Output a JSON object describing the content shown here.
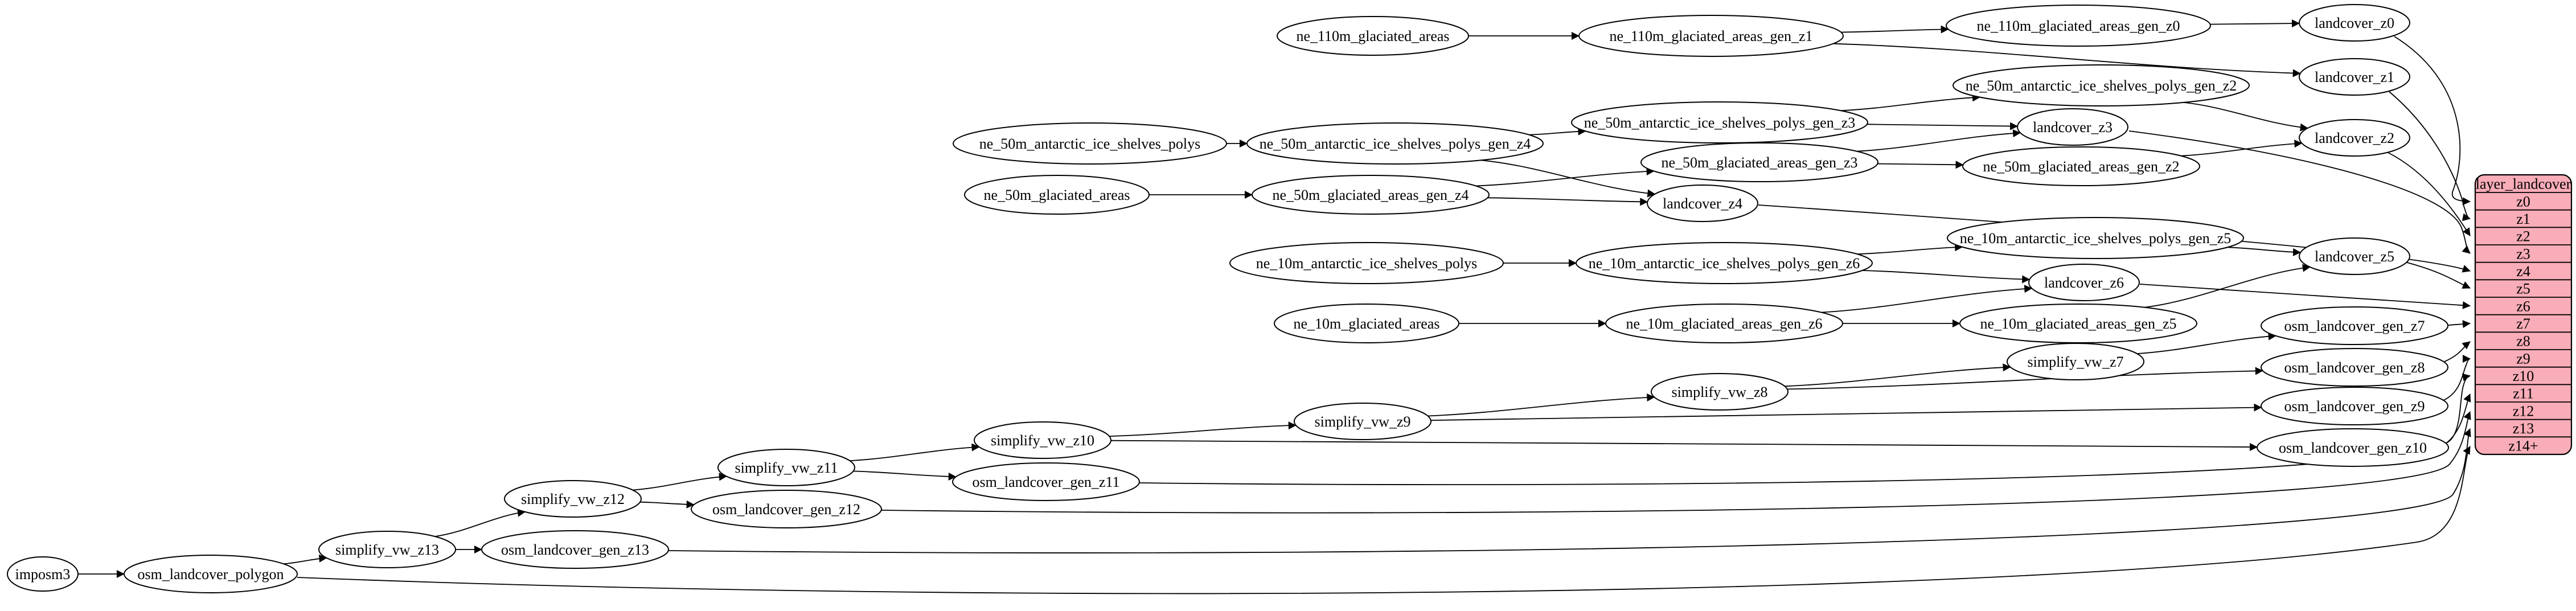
{
  "diagram": {
    "background": "#ffffff",
    "node_fill": "#ffffff",
    "stroke_color": "#000000",
    "nodes": [
      {
        "id": "ne_110m_glaciated_areas",
        "label": "ne_110m_glaciated_areas"
      },
      {
        "id": "ne_110m_glaciated_areas_gen_z1",
        "label": "ne_110m_glaciated_areas_gen_z1"
      },
      {
        "id": "ne_110m_glaciated_areas_gen_z0",
        "label": "ne_110m_glaciated_areas_gen_z0"
      },
      {
        "id": "landcover_z0",
        "label": "landcover_z0"
      },
      {
        "id": "landcover_z1",
        "label": "landcover_z1"
      },
      {
        "id": "ne_50m_antarctic_ice_shelves_polys",
        "label": "ne_50m_antarctic_ice_shelves_polys"
      },
      {
        "id": "ne_50m_antarctic_ice_shelves_polys_gen_z4",
        "label": "ne_50m_antarctic_ice_shelves_polys_gen_z4"
      },
      {
        "id": "ne_50m_antarctic_ice_shelves_polys_gen_z3",
        "label": "ne_50m_antarctic_ice_shelves_polys_gen_z3"
      },
      {
        "id": "ne_50m_antarctic_ice_shelves_polys_gen_z2",
        "label": "ne_50m_antarctic_ice_shelves_polys_gen_z2"
      },
      {
        "id": "ne_50m_glaciated_areas",
        "label": "ne_50m_glaciated_areas"
      },
      {
        "id": "ne_50m_glaciated_areas_gen_z4",
        "label": "ne_50m_glaciated_areas_gen_z4"
      },
      {
        "id": "ne_50m_glaciated_areas_gen_z3",
        "label": "ne_50m_glaciated_areas_gen_z3"
      },
      {
        "id": "ne_50m_glaciated_areas_gen_z2",
        "label": "ne_50m_glaciated_areas_gen_z2"
      },
      {
        "id": "landcover_z2",
        "label": "landcover_z2"
      },
      {
        "id": "landcover_z3",
        "label": "landcover_z3"
      },
      {
        "id": "landcover_z4",
        "label": "landcover_z4"
      },
      {
        "id": "ne_10m_antarctic_ice_shelves_polys",
        "label": "ne_10m_antarctic_ice_shelves_polys"
      },
      {
        "id": "ne_10m_antarctic_ice_shelves_polys_gen_z6",
        "label": "ne_10m_antarctic_ice_shelves_polys_gen_z6"
      },
      {
        "id": "ne_10m_antarctic_ice_shelves_polys_gen_z5",
        "label": "ne_10m_antarctic_ice_shelves_polys_gen_z5"
      },
      {
        "id": "landcover_z5",
        "label": "landcover_z5"
      },
      {
        "id": "landcover_z6",
        "label": "landcover_z6"
      },
      {
        "id": "ne_10m_glaciated_areas",
        "label": "ne_10m_glaciated_areas"
      },
      {
        "id": "ne_10m_glaciated_areas_gen_z6",
        "label": "ne_10m_glaciated_areas_gen_z6"
      },
      {
        "id": "ne_10m_glaciated_areas_gen_z5",
        "label": "ne_10m_glaciated_areas_gen_z5"
      },
      {
        "id": "simplify_vw_z7",
        "label": "simplify_vw_z7"
      },
      {
        "id": "simplify_vw_z8",
        "label": "simplify_vw_z8"
      },
      {
        "id": "simplify_vw_z9",
        "label": "simplify_vw_z9"
      },
      {
        "id": "simplify_vw_z10",
        "label": "simplify_vw_z10"
      },
      {
        "id": "simplify_vw_z11",
        "label": "simplify_vw_z11"
      },
      {
        "id": "simplify_vw_z12",
        "label": "simplify_vw_z12"
      },
      {
        "id": "simplify_vw_z13",
        "label": "simplify_vw_z13"
      },
      {
        "id": "osm_landcover_gen_z7",
        "label": "osm_landcover_gen_z7"
      },
      {
        "id": "osm_landcover_gen_z8",
        "label": "osm_landcover_gen_z8"
      },
      {
        "id": "osm_landcover_gen_z9",
        "label": "osm_landcover_gen_z9"
      },
      {
        "id": "osm_landcover_gen_z10",
        "label": "osm_landcover_gen_z10"
      },
      {
        "id": "osm_landcover_gen_z11",
        "label": "osm_landcover_gen_z11"
      },
      {
        "id": "osm_landcover_gen_z12",
        "label": "osm_landcover_gen_z12"
      },
      {
        "id": "osm_landcover_gen_z13",
        "label": "osm_landcover_gen_z13"
      },
      {
        "id": "osm_landcover_polygon",
        "label": "osm_landcover_polygon"
      },
      {
        "id": "imposm3",
        "label": "imposm3"
      }
    ],
    "edges": [
      {
        "from": "ne_110m_glaciated_areas",
        "to": "ne_110m_glaciated_areas_gen_z1"
      },
      {
        "from": "ne_110m_glaciated_areas_gen_z1",
        "to": "ne_110m_glaciated_areas_gen_z0"
      },
      {
        "from": "ne_110m_glaciated_areas_gen_z1",
        "to": "landcover_z1"
      },
      {
        "from": "ne_110m_glaciated_areas_gen_z0",
        "to": "landcover_z0"
      },
      {
        "from": "ne_50m_antarctic_ice_shelves_polys",
        "to": "ne_50m_antarctic_ice_shelves_polys_gen_z4"
      },
      {
        "from": "ne_50m_antarctic_ice_shelves_polys_gen_z4",
        "to": "ne_50m_antarctic_ice_shelves_polys_gen_z3"
      },
      {
        "from": "ne_50m_antarctic_ice_shelves_polys_gen_z4",
        "to": "landcover_z4"
      },
      {
        "from": "ne_50m_antarctic_ice_shelves_polys_gen_z3",
        "to": "ne_50m_antarctic_ice_shelves_polys_gen_z2"
      },
      {
        "from": "ne_50m_antarctic_ice_shelves_polys_gen_z3",
        "to": "landcover_z3"
      },
      {
        "from": "ne_50m_antarctic_ice_shelves_polys_gen_z2",
        "to": "landcover_z2"
      },
      {
        "from": "ne_50m_glaciated_areas",
        "to": "ne_50m_glaciated_areas_gen_z4"
      },
      {
        "from": "ne_50m_glaciated_areas_gen_z4",
        "to": "ne_50m_glaciated_areas_gen_z3"
      },
      {
        "from": "ne_50m_glaciated_areas_gen_z4",
        "to": "landcover_z4"
      },
      {
        "from": "ne_50m_glaciated_areas_gen_z3",
        "to": "ne_50m_glaciated_areas_gen_z2"
      },
      {
        "from": "ne_50m_glaciated_areas_gen_z3",
        "to": "landcover_z3"
      },
      {
        "from": "ne_50m_glaciated_areas_gen_z2",
        "to": "landcover_z2"
      },
      {
        "from": "ne_10m_antarctic_ice_shelves_polys",
        "to": "ne_10m_antarctic_ice_shelves_polys_gen_z6"
      },
      {
        "from": "ne_10m_antarctic_ice_shelves_polys_gen_z6",
        "to": "ne_10m_antarctic_ice_shelves_polys_gen_z5"
      },
      {
        "from": "ne_10m_antarctic_ice_shelves_polys_gen_z6",
        "to": "landcover_z6"
      },
      {
        "from": "ne_10m_antarctic_ice_shelves_polys_gen_z5",
        "to": "landcover_z5"
      },
      {
        "from": "ne_10m_glaciated_areas",
        "to": "ne_10m_glaciated_areas_gen_z6"
      },
      {
        "from": "ne_10m_glaciated_areas_gen_z6",
        "to": "ne_10m_glaciated_areas_gen_z5"
      },
      {
        "from": "ne_10m_glaciated_areas_gen_z6",
        "to": "landcover_z6"
      },
      {
        "from": "ne_10m_glaciated_areas_gen_z5",
        "to": "landcover_z5"
      },
      {
        "from": "imposm3",
        "to": "osm_landcover_polygon"
      },
      {
        "from": "osm_landcover_polygon",
        "to": "simplify_vw_z13"
      },
      {
        "from": "simplify_vw_z13",
        "to": "simplify_vw_z12"
      },
      {
        "from": "simplify_vw_z13",
        "to": "osm_landcover_gen_z13"
      },
      {
        "from": "simplify_vw_z12",
        "to": "simplify_vw_z11"
      },
      {
        "from": "simplify_vw_z12",
        "to": "osm_landcover_gen_z12"
      },
      {
        "from": "simplify_vw_z11",
        "to": "simplify_vw_z10"
      },
      {
        "from": "simplify_vw_z11",
        "to": "osm_landcover_gen_z11"
      },
      {
        "from": "simplify_vw_z10",
        "to": "simplify_vw_z9"
      },
      {
        "from": "simplify_vw_z10",
        "to": "osm_landcover_gen_z10"
      },
      {
        "from": "simplify_vw_z9",
        "to": "simplify_vw_z8"
      },
      {
        "from": "simplify_vw_z9",
        "to": "osm_landcover_gen_z9"
      },
      {
        "from": "simplify_vw_z8",
        "to": "simplify_vw_z7"
      },
      {
        "from": "simplify_vw_z8",
        "to": "osm_landcover_gen_z8"
      },
      {
        "from": "simplify_vw_z7",
        "to": "osm_landcover_gen_z7"
      }
    ],
    "table": {
      "title": "layer_landcover",
      "rows": [
        "z0",
        "z1",
        "z2",
        "z3",
        "z4",
        "z5",
        "z6",
        "z7",
        "z8",
        "z9",
        "z10",
        "z11",
        "z12",
        "z13",
        "z14+"
      ],
      "fill": "#f9adb8",
      "border": "#000000"
    },
    "table_edges": [
      {
        "from": "landcover_z0",
        "row": "z0"
      },
      {
        "from": "landcover_z1",
        "row": "z1"
      },
      {
        "from": "landcover_z2",
        "row": "z2"
      },
      {
        "from": "landcover_z3",
        "row": "z3"
      },
      {
        "from": "landcover_z4",
        "row": "z4"
      },
      {
        "from": "landcover_z5",
        "row": "z5"
      },
      {
        "from": "landcover_z6",
        "row": "z6"
      },
      {
        "from": "osm_landcover_gen_z7",
        "row": "z7"
      },
      {
        "from": "osm_landcover_gen_z8",
        "row": "z8"
      },
      {
        "from": "osm_landcover_gen_z9",
        "row": "z9"
      },
      {
        "from": "osm_landcover_gen_z10",
        "row": "z10"
      },
      {
        "from": "osm_landcover_gen_z11",
        "row": "z11"
      },
      {
        "from": "osm_landcover_gen_z12",
        "row": "z12"
      },
      {
        "from": "osm_landcover_gen_z13",
        "row": "z13"
      },
      {
        "from": "osm_landcover_polygon",
        "row": "z14+"
      }
    ]
  }
}
